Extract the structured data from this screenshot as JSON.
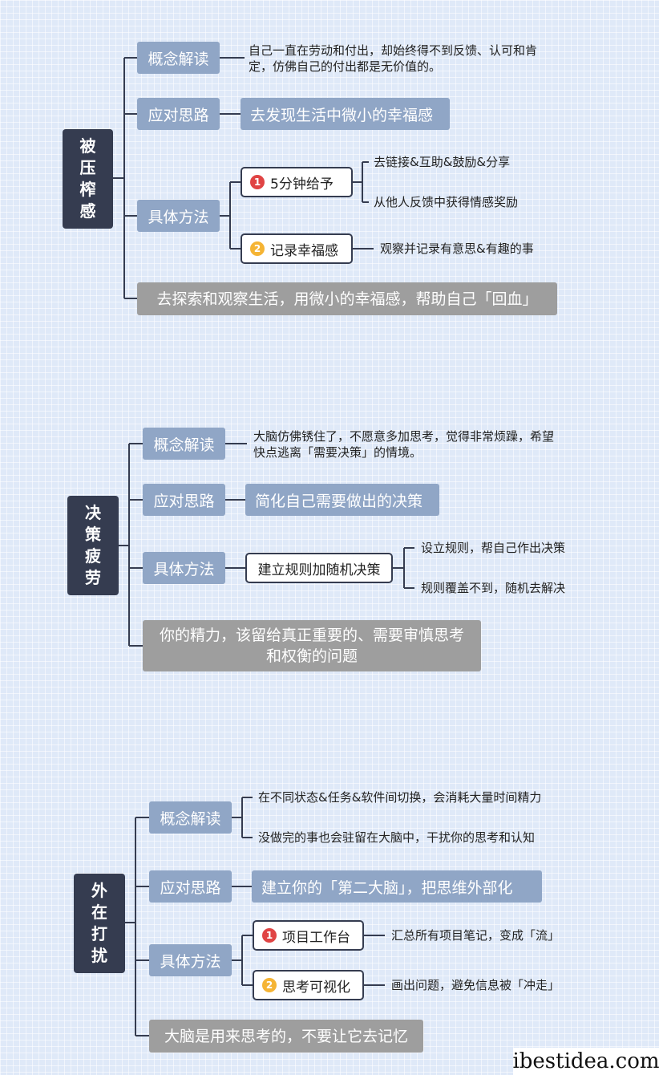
{
  "sections": [
    {
      "root": "被压榨感",
      "concept_label": "概念解读",
      "concept_text": [
        "自己一直在劳动和付出，却始终得不到反馈、认可和肯",
        "定，仿佛自己的付出都是无价值的。"
      ],
      "strategy_label": "应对思路",
      "strategy_text": "去发现生活中微小的幸福感",
      "methods_label": "具体方法",
      "methods": [
        {
          "badge": "1",
          "label": "5分钟给予",
          "details": [
            "去链接&互助&鼓励&分享",
            "从他人反馈中获得情感奖励"
          ]
        },
        {
          "badge": "2",
          "label": "记录幸福感",
          "details": [
            "观察并记录有意思&有趣的事"
          ]
        }
      ],
      "summary": [
        "去探索和观察生活，用微小的幸福感，帮助自己「回血」"
      ]
    },
    {
      "root": "决策疲劳",
      "concept_label": "概念解读",
      "concept_text": [
        "大脑仿佛锈住了，不愿意多加思考，觉得非常烦躁，希望",
        "快点逃离「需要决策」的情境。"
      ],
      "strategy_label": "应对思路",
      "strategy_text": "简化自己需要做出的决策",
      "methods_label": "具体方法",
      "methods": [
        {
          "badge": "",
          "label": "建立规则加随机决策",
          "details": [
            "设立规则，帮自己作出决策",
            "规则覆盖不到，随机去解决"
          ]
        }
      ],
      "summary": [
        "你的精力，该留给真正重要的、需要审慎思考",
        "和权衡的问题"
      ]
    },
    {
      "root": "外在打扰",
      "concept_label": "概念解读",
      "concept_text": [
        "在不同状态&任务&软件间切换，会消耗大量时间精力",
        "没做完的事也会驻留在大脑中，干扰你的思考和认知"
      ],
      "strategy_label": "应对思路",
      "strategy_text": "建立你的「第二大脑」，把思维外部化",
      "methods_label": "具体方法",
      "methods": [
        {
          "badge": "1",
          "label": "项目工作台",
          "details": [
            "汇总所有项目笔记，变成「流」"
          ]
        },
        {
          "badge": "2",
          "label": "思考可视化",
          "details": [
            "画出问题，避免信息被「冲走」"
          ]
        }
      ],
      "summary": [
        "大脑是用来思考的，不要让它去记忆"
      ]
    }
  ],
  "watermark": "ibestidea.com",
  "colors": {
    "root": "#353c50",
    "label": "#90a6c6",
    "summary": "#9e9e9e",
    "badge_1": "#e04444",
    "badge_2": "#f5b434"
  }
}
